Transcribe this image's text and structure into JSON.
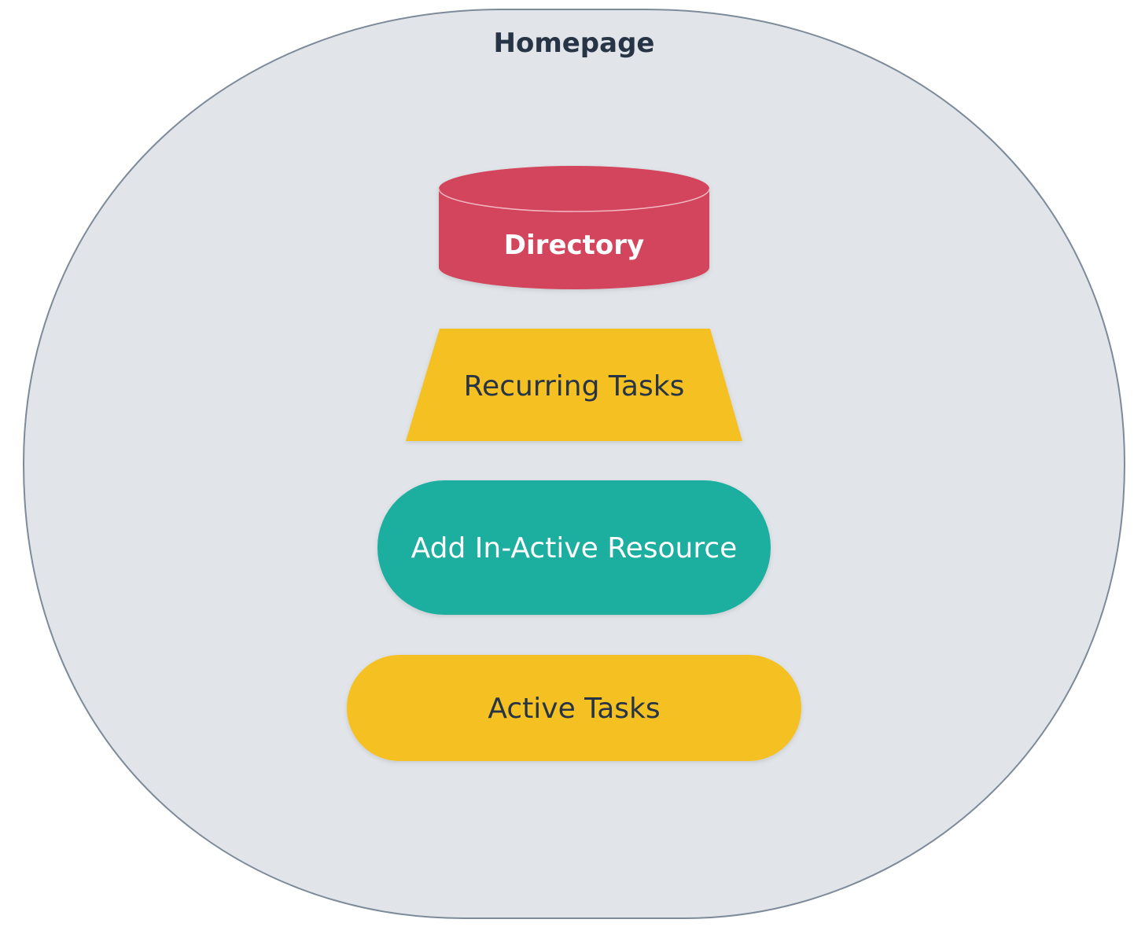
{
  "diagram": {
    "container": {
      "title": "Homepage",
      "fill_color": "#e1e5e9",
      "stroke_color": "#7d8a9a"
    },
    "nodes": [
      {
        "id": "directory",
        "label": "Directory",
        "shape": "cylinder",
        "fill_color": "#d2445b",
        "text_color": "#ffffff"
      },
      {
        "id": "recurring-tasks",
        "label": "Recurring Tasks",
        "shape": "trapezoid",
        "fill_color": "#f5c124",
        "text_color": "#263445"
      },
      {
        "id": "add-inactive-resource",
        "label": "Add In-Active Resource",
        "shape": "rounded-rectangle",
        "fill_color": "#1aae9f",
        "text_color": "#ffffff"
      },
      {
        "id": "active-tasks",
        "label": "Active Tasks",
        "shape": "pill",
        "fill_color": "#f5c124",
        "text_color": "#263445"
      }
    ]
  }
}
